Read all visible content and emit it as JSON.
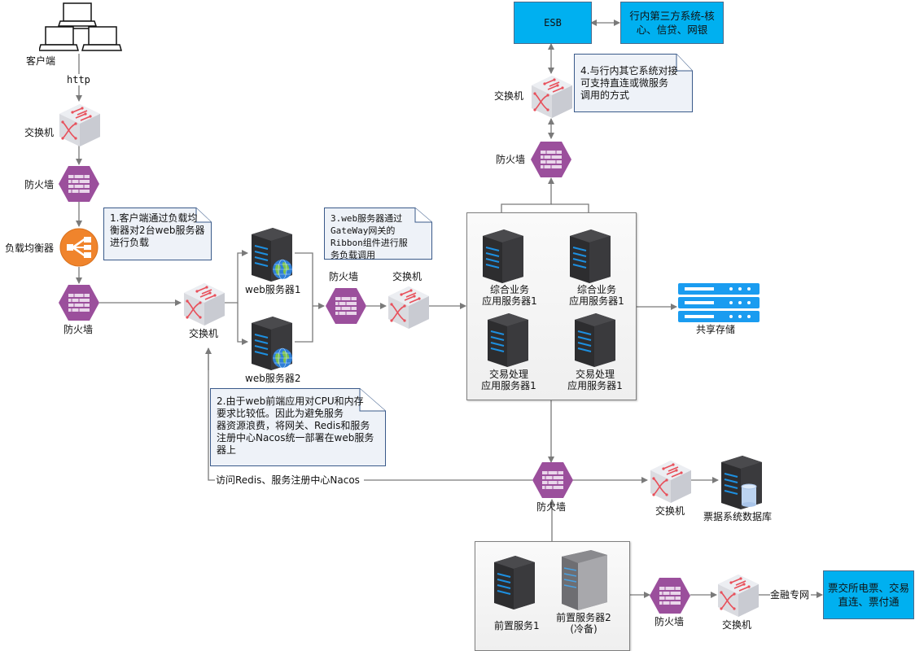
{
  "clients": {
    "label": "客户端",
    "protocol": "http"
  },
  "left_chain": {
    "switch_label": "交换机",
    "firewall_label": "防火墙",
    "load_balancer_label": "负载均衡器",
    "firewall2_label": "防火墙",
    "switch2_label": "交换机"
  },
  "web_servers": [
    {
      "label": "web服务器1"
    },
    {
      "label": "web服务器2"
    }
  ],
  "middle_chain": {
    "firewall_label": "防火墙",
    "switch_label": "交换机"
  },
  "app_cluster": {
    "servers": [
      {
        "line1": "综合业务",
        "line2": "应用服务器1"
      },
      {
        "line1": "综合业务",
        "line2": "应用服务器1"
      },
      {
        "line1": "交易处理",
        "line2": "应用服务器1"
      },
      {
        "line1": "交易处理",
        "line2": "应用服务器1"
      }
    ]
  },
  "shared_storage": {
    "label": "共享存储"
  },
  "top_chain": {
    "esb_label": "ESB",
    "third_party_label": "行内第三方系统-核心、信贷、网银",
    "switch_label": "交换机",
    "firewall_label": "防火墙"
  },
  "notes": {
    "note1": "1.客户端通过负载均\n衡器对2台web服务器\n进行负载",
    "note2": "2.由于web前端应用对CPU和内存\n要求比较低。因此为避免服务\n器资源浪费，将网关、Redis和服务\n注册中心Nacos统一部署在web服务\n器上",
    "note3": "3.web服务器通过\nGateWay网关的\nRibbon组件进行服\n务负载调用",
    "note4": "4.与行内其它系统对接\n可支持直连或微服务\n调用的方式"
  },
  "redis_link_label": "访问Redis、服务注册中心Nacos",
  "bottom": {
    "firewall_label": "防火墙",
    "switch_label": "交换机",
    "db_label": "票据系统数据库",
    "front_servers": [
      {
        "label": "前置服务1"
      },
      {
        "label": "前置服务器2",
        "sub": "(冷备)"
      }
    ],
    "firewall2_label": "防火墙",
    "switch2_label": "交换机",
    "finance_net_label": "金融专网",
    "exchange_label": "票交所电票、交易直连、票付通"
  },
  "colors": {
    "firewall": "#9b4f9c",
    "load_balancer": "#f0842c",
    "blue_box": "#00b0f0",
    "storage": "#1a9cf0",
    "wire": "#7a7a7a",
    "note_border": "#3a5a8a"
  }
}
